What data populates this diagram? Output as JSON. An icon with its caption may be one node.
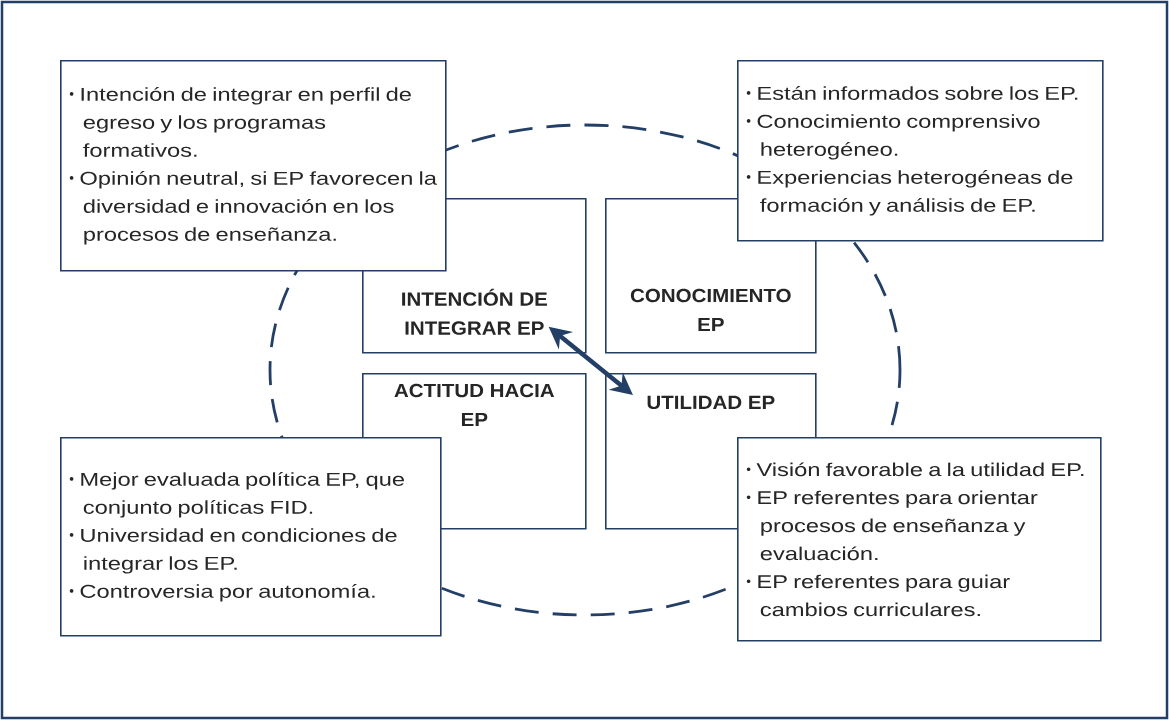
{
  "diagram": {
    "nodes": [
      {
        "text": [
          "Intención de integrar en perfil de egreso y los programas formativos.",
          "Opinión neutral, si EP favorecen la diversidad e innovación en los procesos de enseñanza."
        ]
      },
      {
        "text": [
          "Están informados sobre los EP.",
          "Conocimiento comprensivo heterogéneo.",
          "Experiencias heterogéneas de formación y análisis de EP."
        ]
      },
      {
        "text": [
          "INTENCIÓN DE INTEGRAR EP"
        ]
      },
      {
        "text": [
          "CONOCIMIENTO EP"
        ]
      },
      {
        "text": [
          "ACTITUD HACIA EP"
        ]
      },
      {
        "text": [
          "UTILIDAD EP"
        ]
      },
      {
        "text": [
          "Mejor evaluada política EP, que conjunto políticas FID.",
          "Universidad en condiciones de integrar los EP.",
          "Controversia por autonomía."
        ]
      },
      {
        "text": [
          "Visión favorable a la utilidad EP.",
          "EP referentes para orientar procesos de enseñanza y evaluación.",
          "EP referentes para  guiar cambios curriculares."
        ]
      }
    ],
    "edges": [
      {
        "from": 2,
        "to": 5,
        "arrow": "both"
      }
    ]
  }
}
